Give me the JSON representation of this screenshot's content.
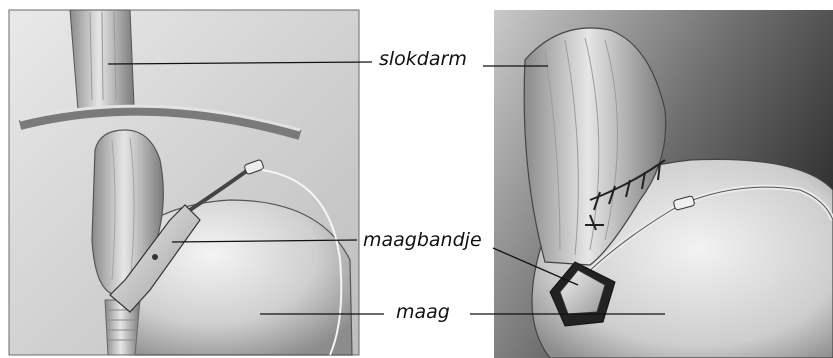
{
  "labels": {
    "esophagus": "slokdarm",
    "gastric_band": "maagbandje",
    "stomach": "maag"
  },
  "colors": {
    "ink": "#111111",
    "panel_bg": "#dcdcdc",
    "shadow": "#555555"
  },
  "illustrations": {
    "left": "gastric-band-overview-illustration",
    "right": "gastric-band-closeup-illustration"
  }
}
